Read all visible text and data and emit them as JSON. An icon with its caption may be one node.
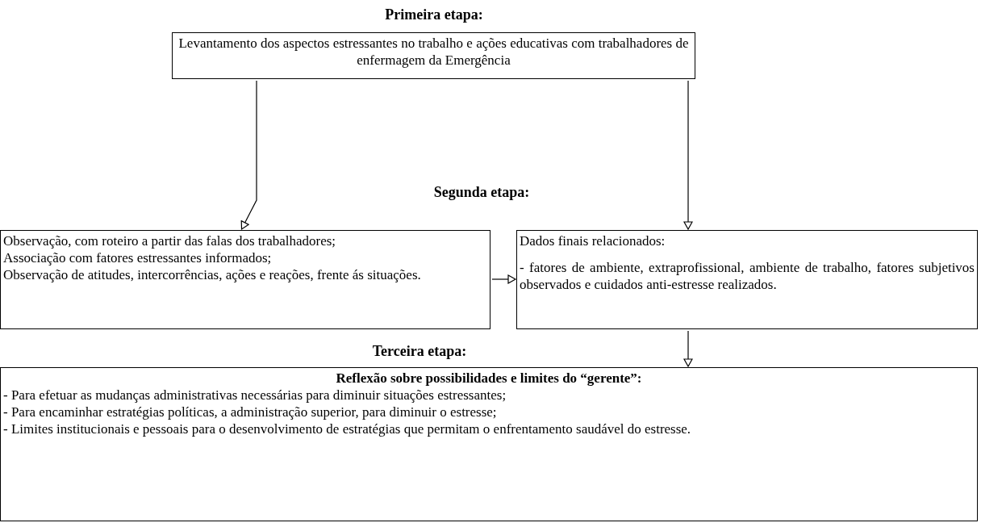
{
  "diagram": {
    "nodes": [
      {
        "text": [
          "Levantamento dos aspectos estressantes no trabalho e ações educativas com trabalhadores de enfermagem da Emergência"
        ]
      },
      {
        "text": [
          "Observação, com roteiro a partir das falas dos trabalhadores;",
          "Associação com fatores estressantes informados;",
          "Observação de atitudes, intercorrências, ações e reações, frente ás situações."
        ]
      },
      {
        "text": [
          "Dados finais relacionados:",
          "- fatores de ambiente, extraprofissional, ambiente de trabalho, fatores subjetivos observados e cuidados anti-estresse realizados."
        ]
      },
      {
        "text": [
          "Reflexão sobre possibilidades e limites do “gerente”:",
          "- Para efetuar as mudanças administrativas necessárias para diminuir situações estressantes;",
          "- Para encaminhar estratégias políticas, a administração superior, para diminuir o estresse;",
          "- Limites institucionais e pessoais para o desenvolvimento de estratégias que permitam o enfrentamento saudável do estresse."
        ]
      }
    ],
    "edges": [
      {
        "from": 0,
        "to": 1,
        "arrow": "to"
      },
      {
        "from": 0,
        "to": 2,
        "arrow": "to"
      },
      {
        "from": 1,
        "to": 2,
        "arrow": "to"
      },
      {
        "from": 2,
        "to": 3,
        "arrow": "to"
      }
    ],
    "labels": [
      "Primeira etapa:",
      "Segunda etapa:",
      "Terceira etapa:"
    ]
  }
}
